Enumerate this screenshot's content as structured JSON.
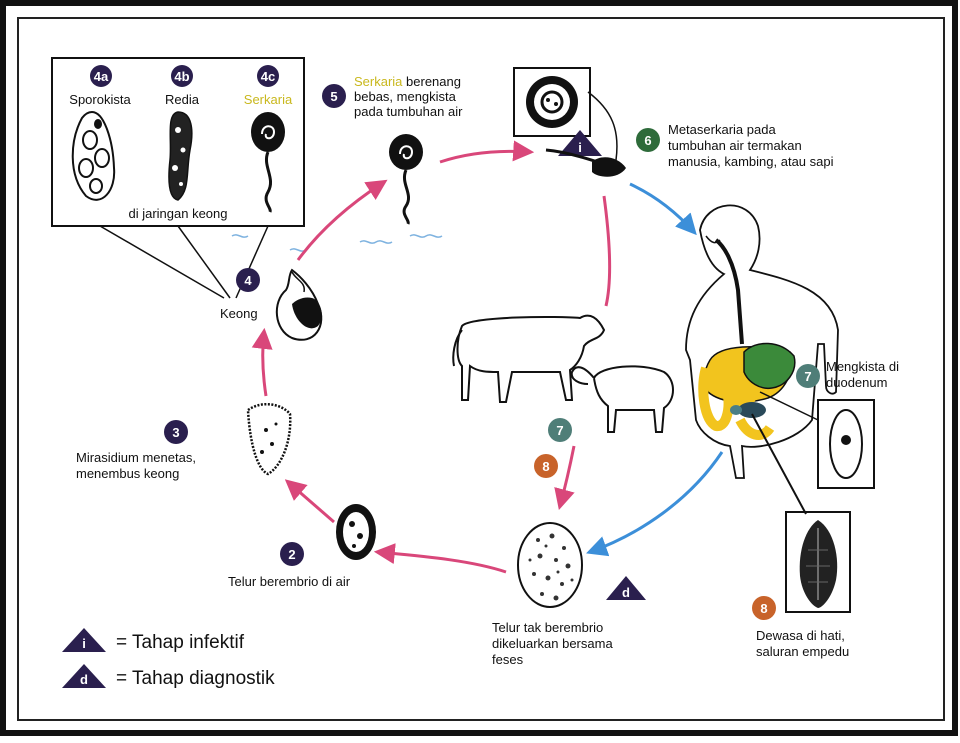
{
  "colors": {
    "badge_dark": "#2a1f4e",
    "badge_green": "#2e6b3a",
    "badge_teal": "#4f7e78",
    "badge_orange": "#c8632a",
    "arrow_pink": "#d9477a",
    "arrow_blue": "#3c8fd9",
    "highlight_yellow": "#e8dd4a",
    "liver_yellow": "#f2c41e"
  },
  "inset": {
    "stages": [
      {
        "badge": "4a",
        "label": "Sporokista"
      },
      {
        "badge": "4b",
        "label": "Redia"
      },
      {
        "badge": "4c",
        "label": "Serkaria"
      }
    ],
    "caption": "di jaringan keong"
  },
  "steps": {
    "s5": {
      "badge": "5",
      "highlight": "Serkaria",
      "line1_rest": " berenang",
      "line2": "bebas, mengkista",
      "line3": "pada tumbuhan air"
    },
    "s6": {
      "badge": "6",
      "line1": "Metaserkaria pada",
      "line2": "tumbuhan air termakan",
      "line3": "manusia, kambing, atau sapi"
    },
    "s4": {
      "badge": "4",
      "label": "Keong"
    },
    "s3": {
      "badge": "3",
      "line1": "Mirasidium menetas,",
      "line2": "menembus keong"
    },
    "s2": {
      "badge": "2",
      "label": "Telur berembrio di air"
    },
    "s1": {
      "line1": "Telur tak berembrio",
      "line2": "dikeluarkan bersama",
      "line3": "feses"
    },
    "s7": {
      "badge": "7",
      "line1": "Mengkista di",
      "line2": "duodenum"
    },
    "s8": {
      "badge": "8",
      "line1": "Dewasa di hati,",
      "line2": "saluran empedu"
    },
    "animal_badges": [
      "7",
      "8"
    ]
  },
  "markers": {
    "infective": "i",
    "diagnostic": "d"
  },
  "legend": [
    {
      "symbol": "i",
      "text": "= Tahap infektif"
    },
    {
      "symbol": "d",
      "text": "= Tahap diagnostik"
    }
  ]
}
